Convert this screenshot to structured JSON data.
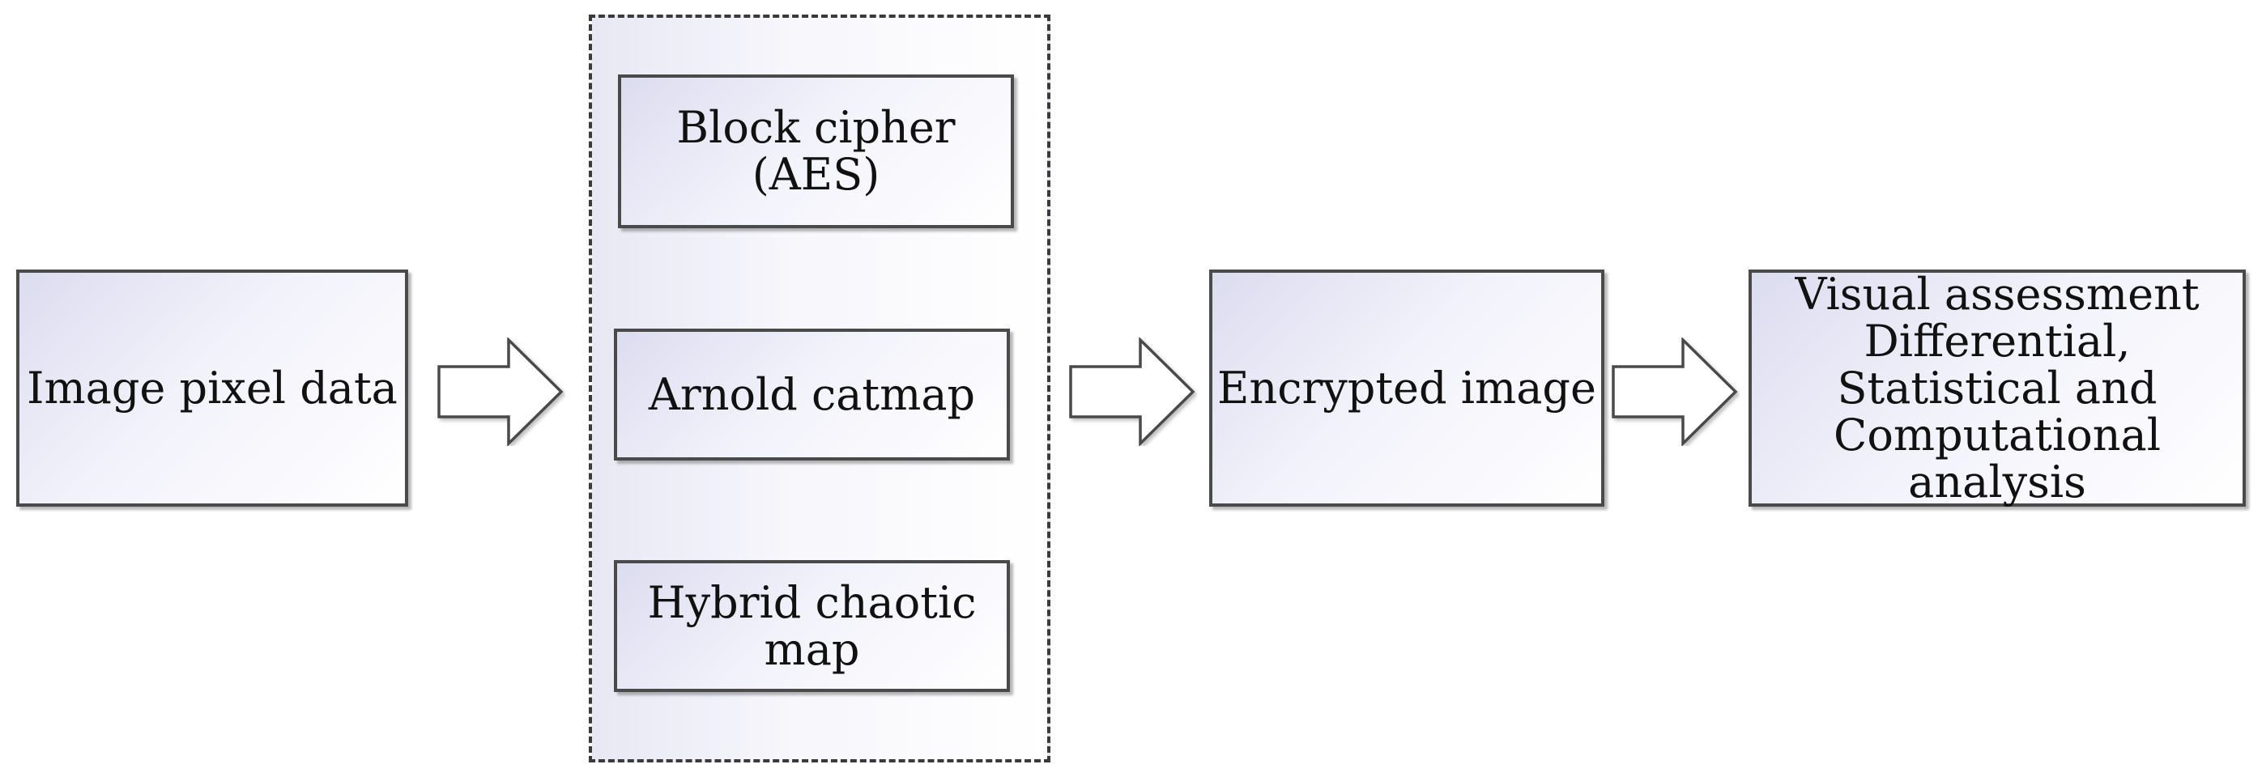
{
  "diagram": {
    "input": {
      "label": "Image pixel data"
    },
    "methods": [
      {
        "label": "Block cipher\n(AES)"
      },
      {
        "label": "Arnold catmap"
      },
      {
        "label": "Hybrid chaotic map"
      }
    ],
    "output": {
      "label": "Encrypted image"
    },
    "analysis": {
      "label": "Visual assessment\nDifferential,\nStatistical and\nComputational analysis"
    }
  }
}
